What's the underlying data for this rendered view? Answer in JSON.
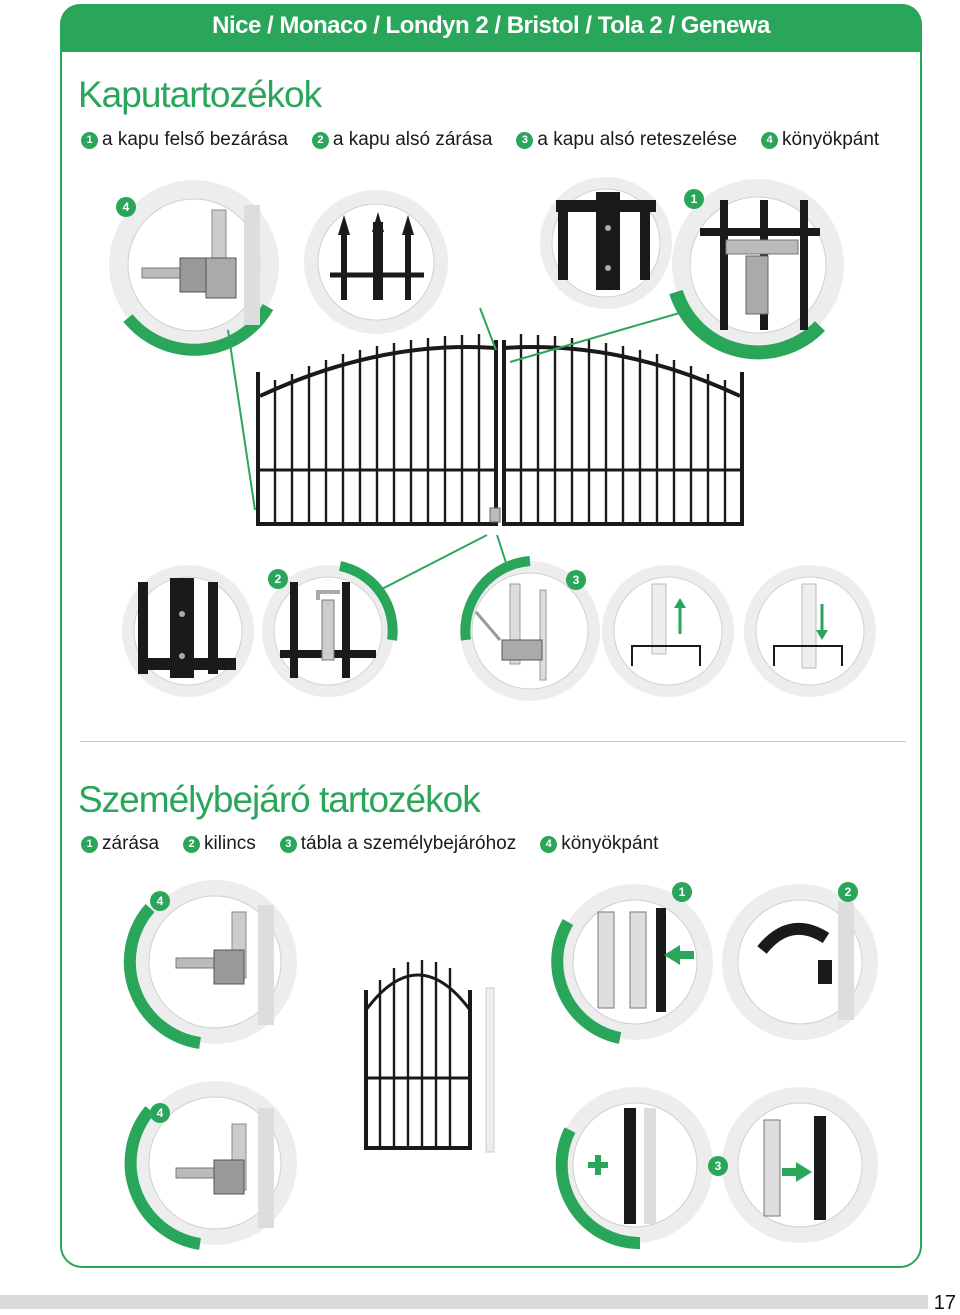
{
  "header": {
    "title": "Nice / Monaco / Londyn 2 / Bristol / Tola 2 / Genewa"
  },
  "section1": {
    "title": "Kaputartozékok",
    "legend": [
      {
        "num": "1",
        "label": "a kapu felső bezárása"
      },
      {
        "num": "2",
        "label": "a kapu alsó zárása"
      },
      {
        "num": "3",
        "label": "a kapu alsó reteszelése"
      },
      {
        "num": "4",
        "label": "könyökpánt"
      }
    ],
    "badges": {
      "hinge": "4",
      "latch": "1",
      "bottom_lock": "2",
      "bottom_bolt": "3"
    }
  },
  "section2": {
    "title": "Személybejáró tartozékok",
    "legend": [
      {
        "num": "1",
        "label": "zárása"
      },
      {
        "num": "2",
        "label": "kilincs"
      },
      {
        "num": "3",
        "label": "tábla a személybejáróhoz"
      },
      {
        "num": "4",
        "label": "könyökpánt"
      }
    ],
    "badges": {
      "hinge_top": "4",
      "lock": "1",
      "handle": "2",
      "hinge_bottom": "4",
      "plate": "3"
    }
  },
  "page": {
    "number": "17"
  },
  "colors": {
    "accent": "#2aa65a",
    "ring": "#e4e4e4",
    "metal": "#1a1a1a"
  }
}
